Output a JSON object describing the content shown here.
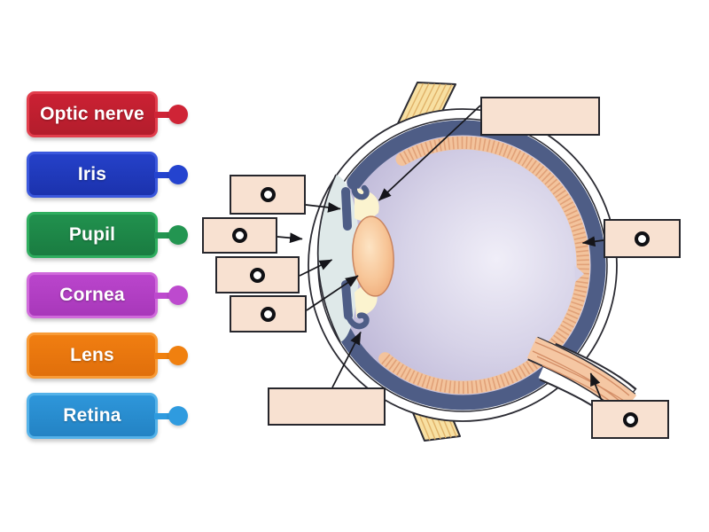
{
  "activity": {
    "type_hint": "drag-and-drop labelled diagram of a human eye cross-section",
    "background_color": "#ffffff"
  },
  "drag_labels": [
    {
      "text": "Optic nerve",
      "color": "#cb2133",
      "knob_color": "#cf2436"
    },
    {
      "text": "Iris",
      "color": "#2541c9",
      "knob_color": "#2443cf"
    },
    {
      "text": "Pupil",
      "color": "#21914e",
      "knob_color": "#239551"
    },
    {
      "text": "Cornea",
      "color": "#ba45cc",
      "knob_color": "#bd4ace"
    },
    {
      "text": "Lens",
      "color": "#f17e11",
      "knob_color": "#f0800f"
    },
    {
      "text": "Retina",
      "color": "#2e96da",
      "knob_color": "#2f9bdf"
    }
  ],
  "drop_zones": [
    {
      "id": "top",
      "has_marker": false
    },
    {
      "id": "left-1",
      "has_marker": true
    },
    {
      "id": "left-2",
      "has_marker": true
    },
    {
      "id": "left-3",
      "has_marker": true
    },
    {
      "id": "left-4",
      "has_marker": true
    },
    {
      "id": "right",
      "has_marker": true
    },
    {
      "id": "bottom",
      "has_marker": false
    },
    {
      "id": "bottom-right",
      "has_marker": true
    }
  ],
  "diagram": {
    "subject": "human eye cross-section",
    "colors": {
      "zone_fill": "#f8e1d1",
      "zone_border": "#26262c",
      "sclera_choroid_ring": "#4e5d86",
      "retina_band": "#f3c39c",
      "retina_stripe": "#dd9b72",
      "vitreous": "#c9c4e0",
      "cornea_chamber": "#dfe9e9",
      "lens": "#f6c296",
      "zonule": "#fbf3cf",
      "muscle": "#f8e0a2",
      "muscle_stripe": "#e0b269",
      "optic_nerve": "#f5c7a3",
      "outline": "#2b2b33",
      "arrow": "#17171c",
      "marker_ring": "#101014"
    }
  }
}
